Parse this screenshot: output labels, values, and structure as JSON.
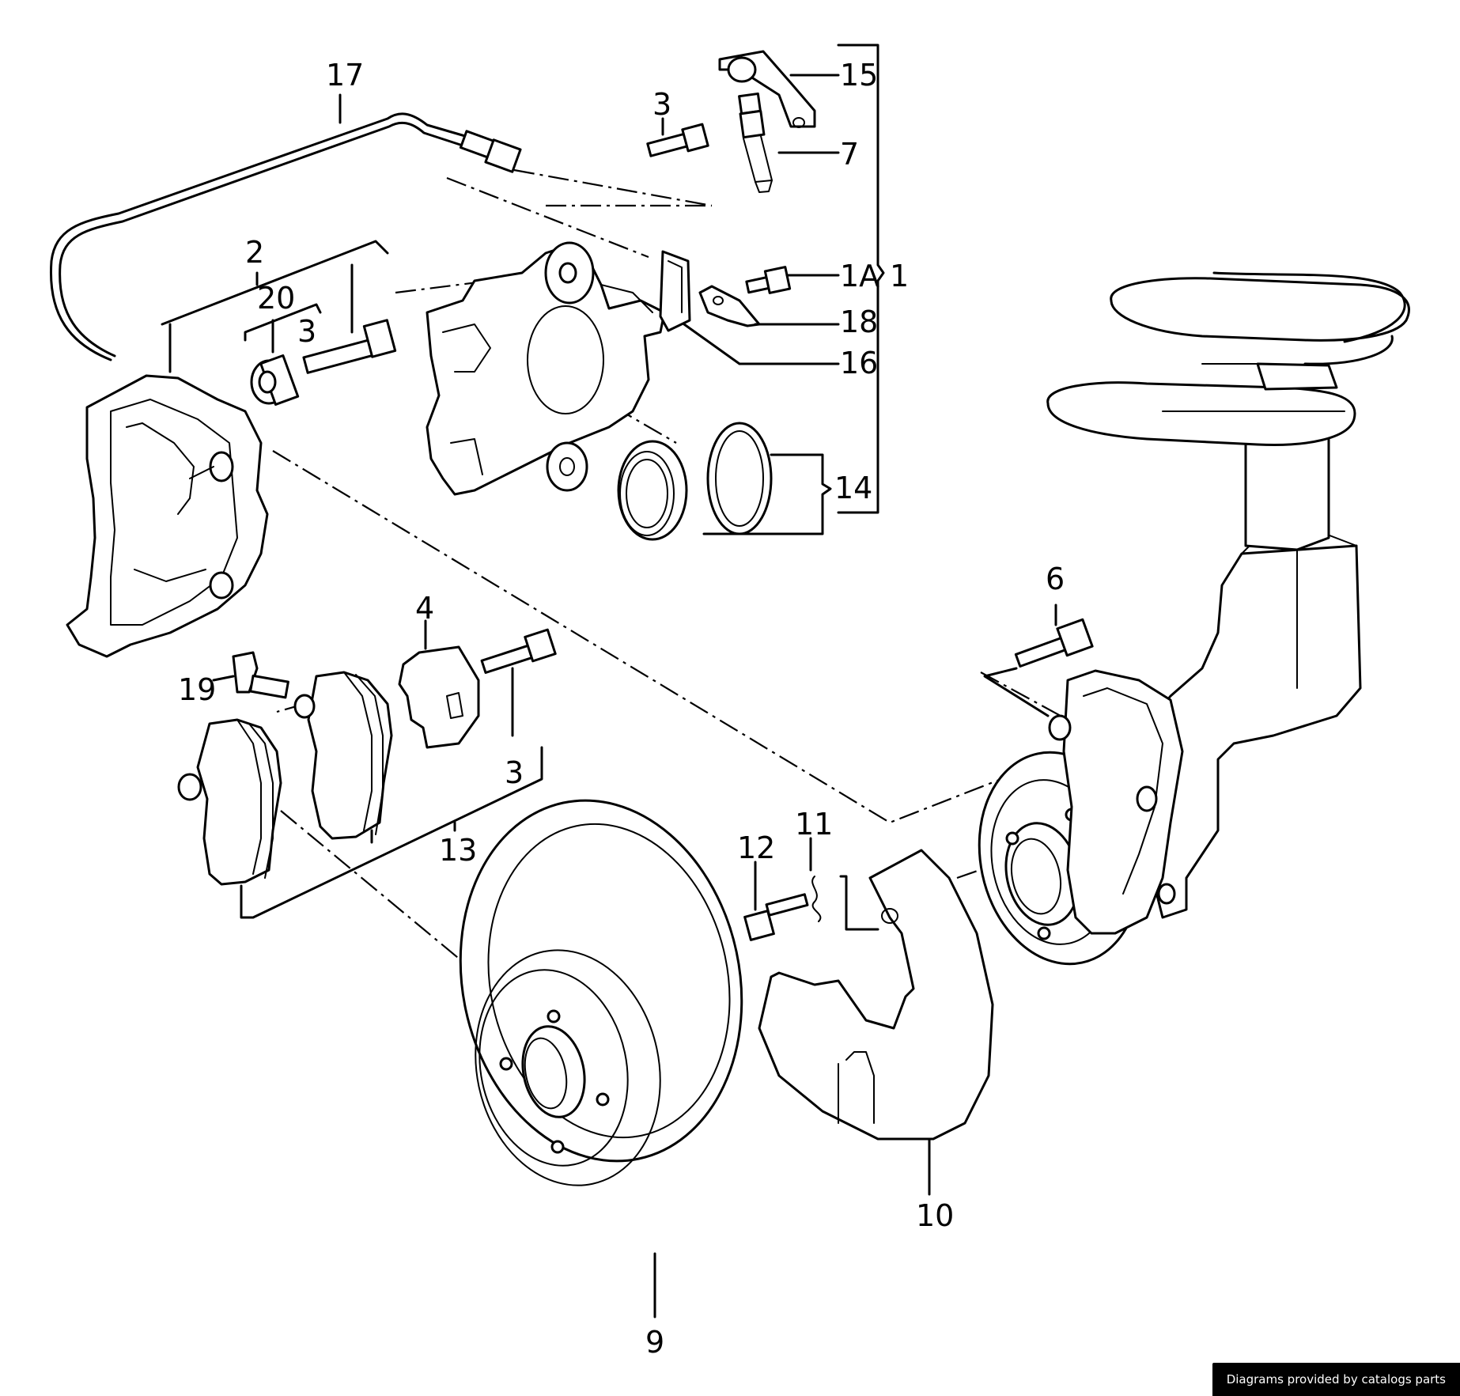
{
  "labels": {
    "l1": "1",
    "l1A": "1A",
    "l2": "2",
    "l3a": "3",
    "l3b": "3",
    "l3c": "3",
    "l4": "4",
    "l6": "6",
    "l7": "7",
    "l9": "9",
    "l10": "10",
    "l11": "11",
    "l12": "12",
    "l13": "13",
    "l14": "14",
    "l15": "15",
    "l16": "16",
    "l17": "17",
    "l18": "18",
    "l19": "19",
    "l20": "20"
  },
  "footer": {
    "text": "Diagrams provided by catalogs parts"
  }
}
